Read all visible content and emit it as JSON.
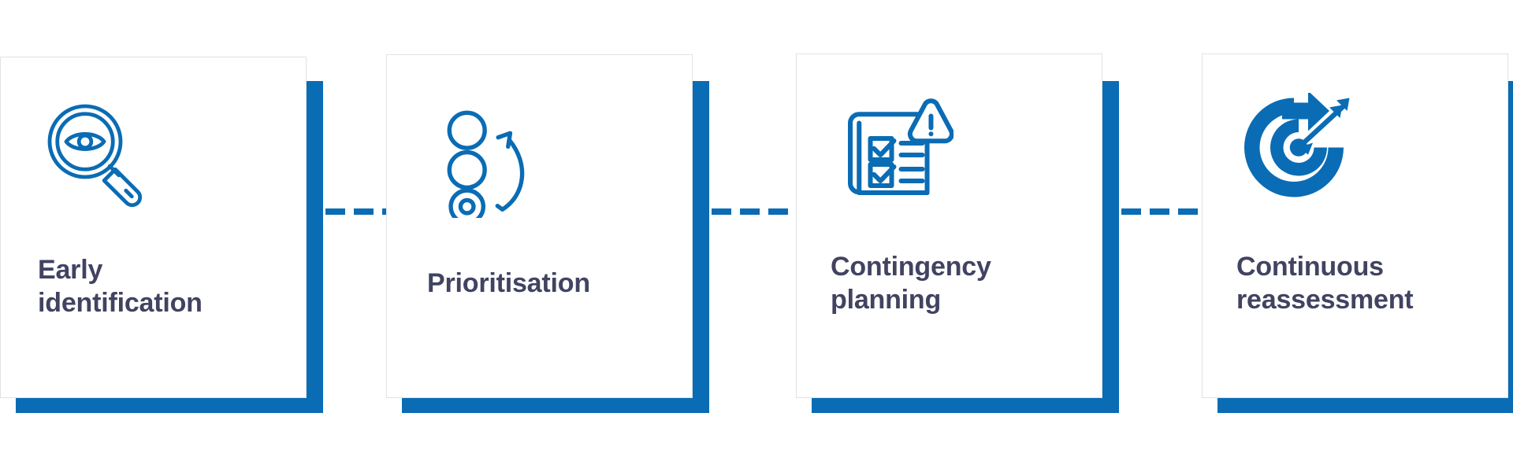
{
  "theme": {
    "accent": "#0a6cb4",
    "accent_alt": "#0b6dbd",
    "text_color": "#414361",
    "card_bg": "#ffffff",
    "card_border": "#e2e2e4",
    "page_bg": "#ffffff"
  },
  "diagram": {
    "type": "process-flow",
    "orientation": "horizontal",
    "step_count": 4,
    "connector_style": "dashed",
    "steps": [
      {
        "index": 1,
        "label": "Early\nidentification",
        "label_line1": "Early",
        "label_line2": "identification",
        "icon": "magnifier-eye-icon",
        "icon_name": "magnifying-glass-with-eye"
      },
      {
        "index": 2,
        "label": "Prioritisation",
        "label_line1": "Prioritisation",
        "label_line2": "",
        "icon": "priority-ranking-icon",
        "icon_name": "stacked-circles-with-up-arrow"
      },
      {
        "index": 3,
        "label": "Contingency\nplanning",
        "label_line1": "Contingency",
        "label_line2": "planning",
        "icon": "checklist-warning-icon",
        "icon_name": "blueprint-checklist-with-warning-triangle"
      },
      {
        "index": 4,
        "label": "Continuous\nreassessment",
        "label_line1": "Continuous",
        "label_line2": "reassessment",
        "icon": "target-refresh-icon",
        "icon_name": "bullseye-target-with-arrow-and-refresh"
      }
    ],
    "connectors": [
      {
        "from": 1,
        "to": 2,
        "dashes": 3
      },
      {
        "from": 2,
        "to": 3,
        "dashes": 3
      },
      {
        "from": 3,
        "to": 4,
        "dashes": 3
      }
    ]
  }
}
